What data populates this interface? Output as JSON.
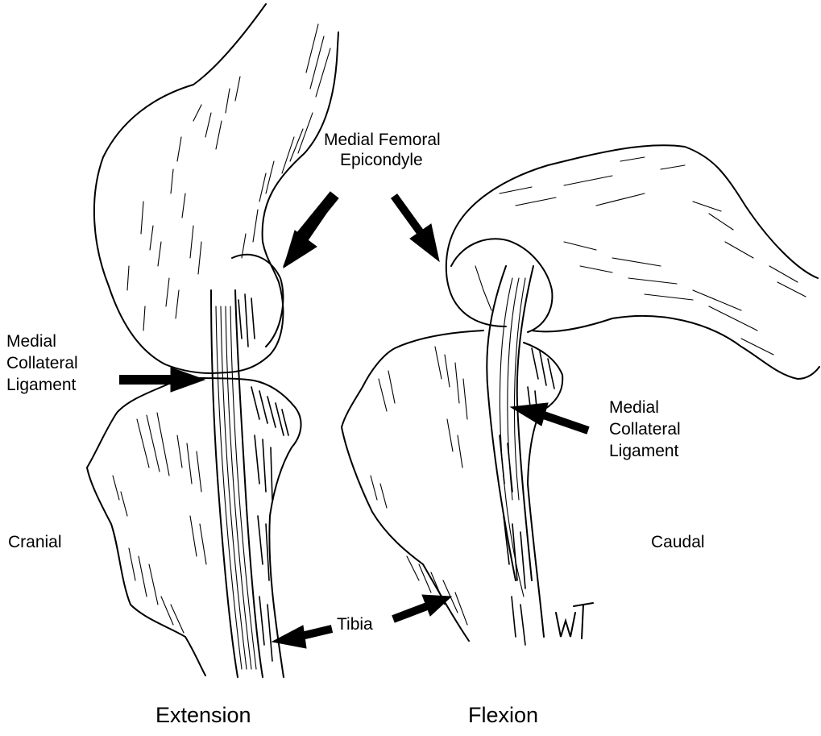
{
  "labels": {
    "medial_femoral_epicondyle": [
      "Medial Femoral",
      "Epicondyle"
    ],
    "medial_collateral_ligament_left": [
      "Medial",
      "Collateral",
      "Ligament"
    ],
    "medial_collateral_ligament_right": [
      "Medial",
      "Collateral",
      "Ligament"
    ],
    "cranial": "Cranial",
    "caudal": "Caudal",
    "tibia": "Tibia",
    "signature": "WT"
  },
  "captions": {
    "extension": "Extension",
    "flexion": "Flexion"
  },
  "colors": {
    "ink": "#000000",
    "background": "#ffffff"
  }
}
